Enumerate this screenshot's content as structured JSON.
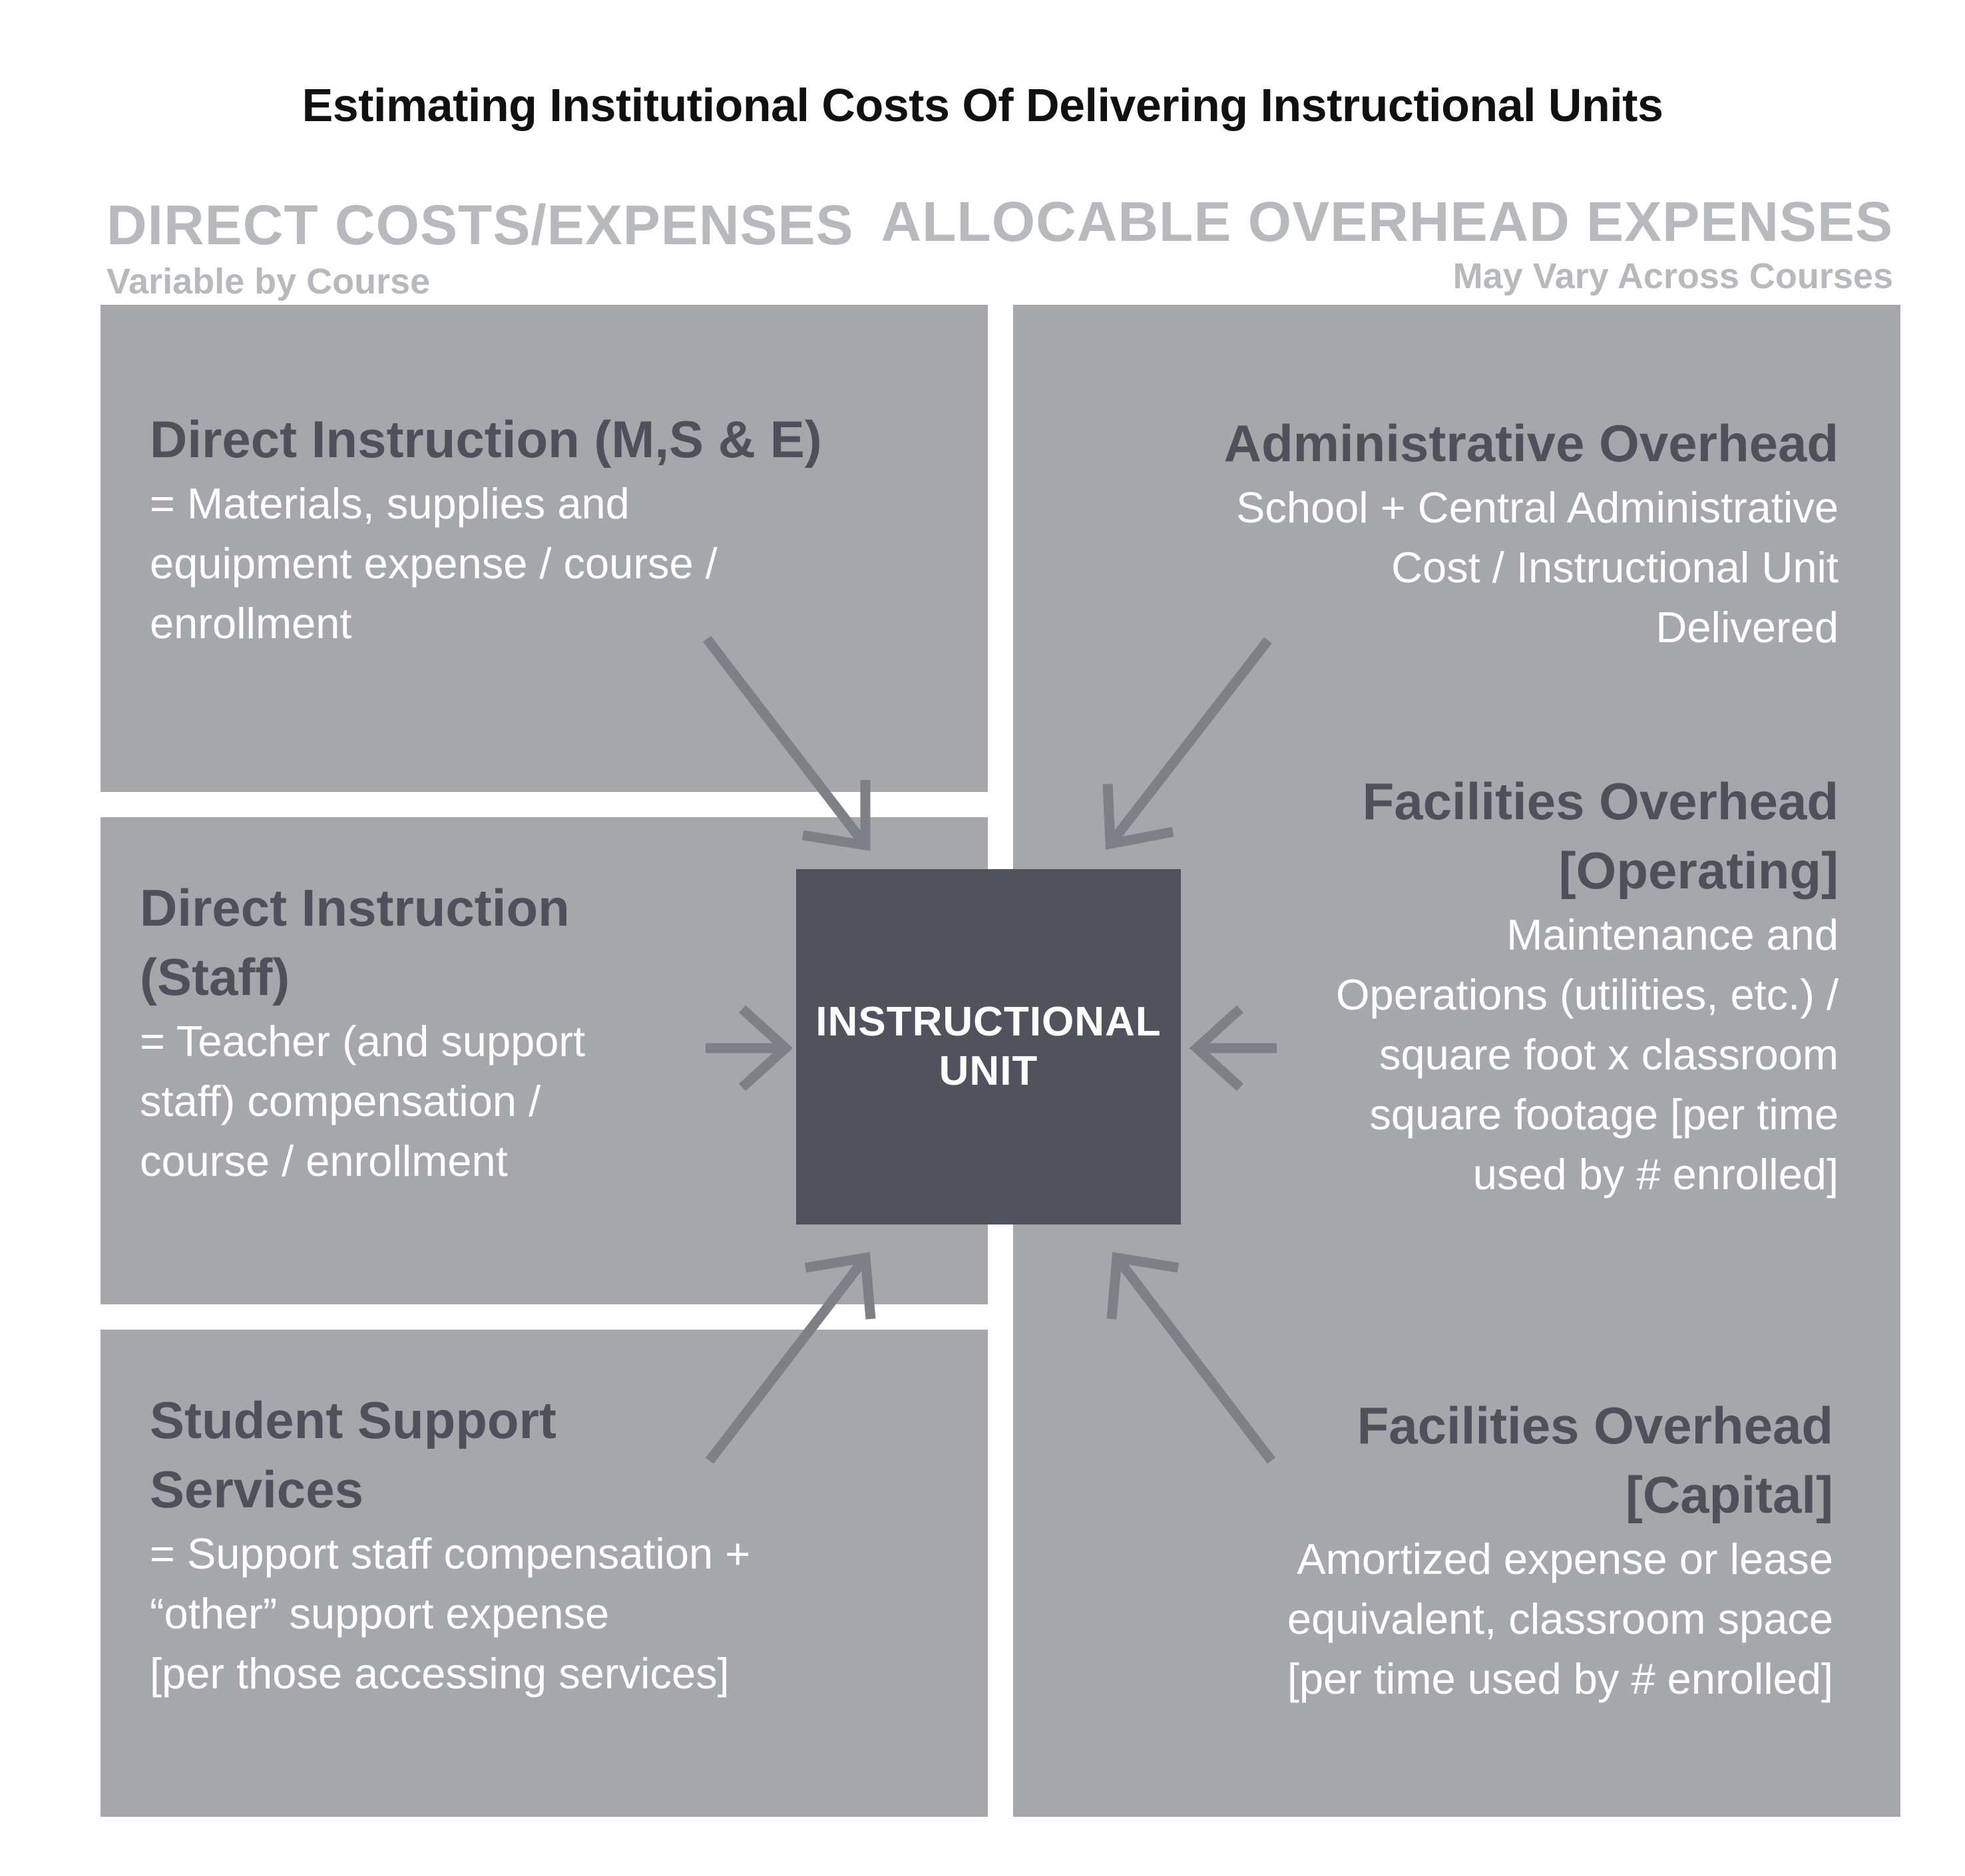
{
  "title": "Estimating Institutional Costs Of Delivering Instructional Units",
  "left": {
    "heading": "DIRECT COSTS/EXPENSES",
    "subheading": "Variable by Course",
    "boxes": [
      {
        "title": [
          "Direct Instruction (M,S & E)"
        ],
        "body": [
          "= Materials, supplies and",
          "equipment expense / course /",
          "enrollment"
        ]
      },
      {
        "title": [
          "Direct Instruction",
          "(Staff)"
        ],
        "body": [
          "= Teacher (and support",
          "staff) compensation /",
          "course / enrollment"
        ]
      },
      {
        "title": [
          "Student Support",
          "Services"
        ],
        "body": [
          "= Support staff compensation +",
          "“other” support expense",
          "[per those accessing services]"
        ]
      }
    ]
  },
  "right": {
    "heading": "ALLOCABLE OVERHEAD EXPENSES",
    "subheading": "May Vary Across Courses",
    "sections": [
      {
        "title": [
          "Administrative Overhead"
        ],
        "body": [
          "School + Central Administrative",
          "Cost / Instructional Unit",
          "Delivered"
        ]
      },
      {
        "title": [
          "Facilities Overhead",
          "[Operating]"
        ],
        "body": [
          "Maintenance and",
          "Operations (utilities, etc.) /",
          "square foot x classroom",
          "square footage [per time",
          "used by # enrolled]"
        ]
      },
      {
        "title": [
          "Facilities Overhead",
          "[Capital]"
        ],
        "body": [
          "Amortized expense or lease",
          "equivalent, classroom space",
          "[per time used by # enrolled]"
        ]
      }
    ]
  },
  "center": {
    "line1": "INSTRUCTIONAL",
    "line2": "UNIT"
  },
  "colors": {
    "box": "#a6a7ab",
    "center": "#51535c",
    "arrow": "#7f8085",
    "heading": "#b8b9bc",
    "title_text": "#4f5059"
  }
}
